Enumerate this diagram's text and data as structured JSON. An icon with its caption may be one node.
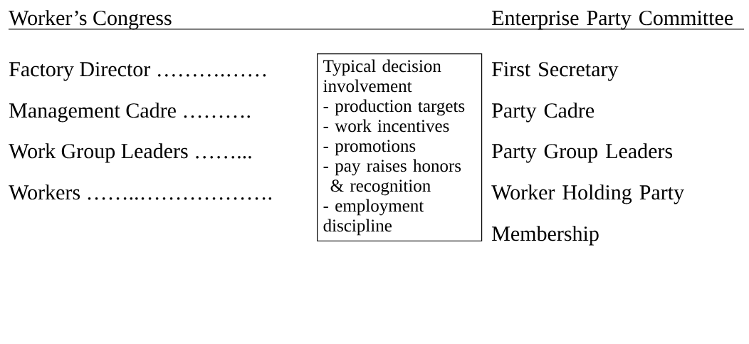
{
  "diagram": {
    "nodes": [
      {
        "text": [
          "Typical decision involvement",
          "- production targets",
          "- work incentives",
          "- promotions",
          "- pay raises honors & recognition",
          "- employment discipline"
        ]
      }
    ],
    "labels": [
      "Worker’s Congress",
      "Enterprise Party Committee",
      "Factory Director ……….……",
      "First Secretary",
      "Management Cadre ……….",
      "Party Cadre",
      "Work Group Leaders ……...",
      "Party Group Leaders",
      "Workers ……..……………….",
      "Worker Holding Party Membership"
    ]
  }
}
